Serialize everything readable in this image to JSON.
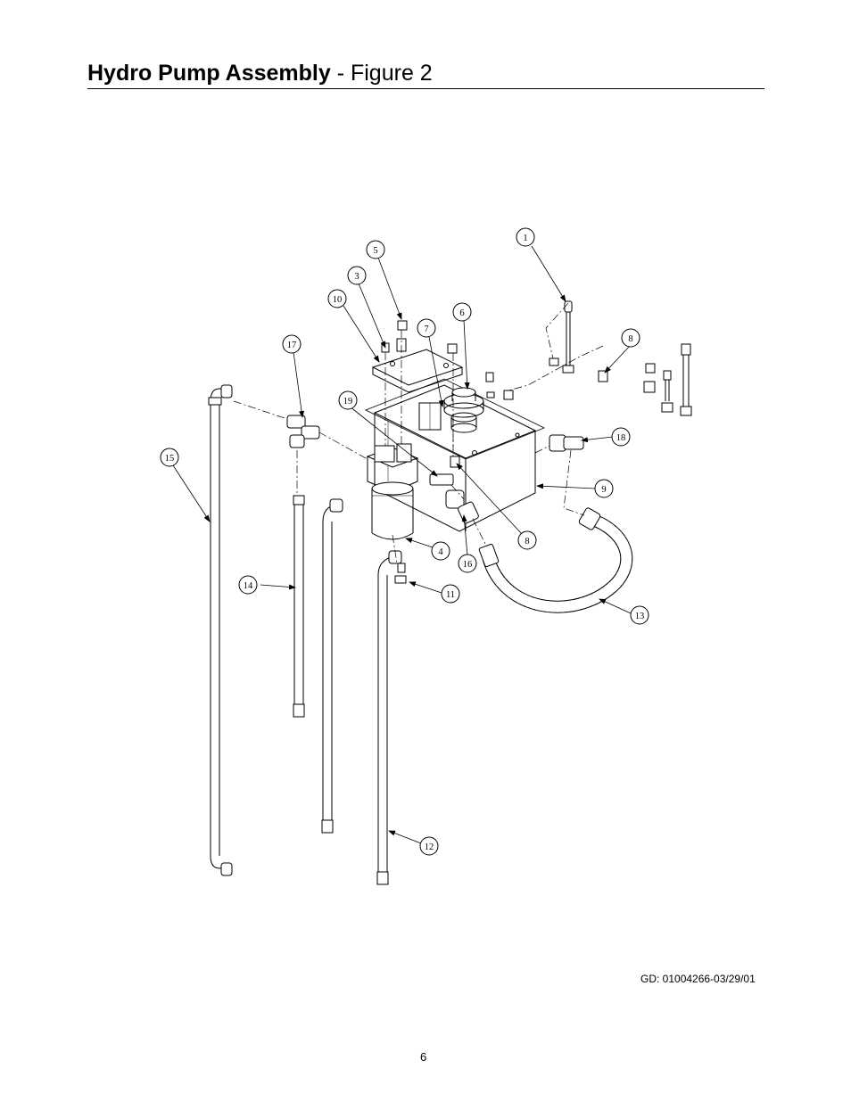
{
  "header": {
    "title_bold": "Hydro Pump Assembly",
    "title_rest": " - Figure 2"
  },
  "callouts": [
    "1",
    "3",
    "4",
    "5",
    "6",
    "7",
    "8",
    "8",
    "9",
    "10",
    "11",
    "12",
    "13",
    "14",
    "15",
    "16",
    "17",
    "18",
    "19"
  ],
  "footer": {
    "doc_id": "GD: 01004266-03/29/01",
    "page_number": "6"
  }
}
